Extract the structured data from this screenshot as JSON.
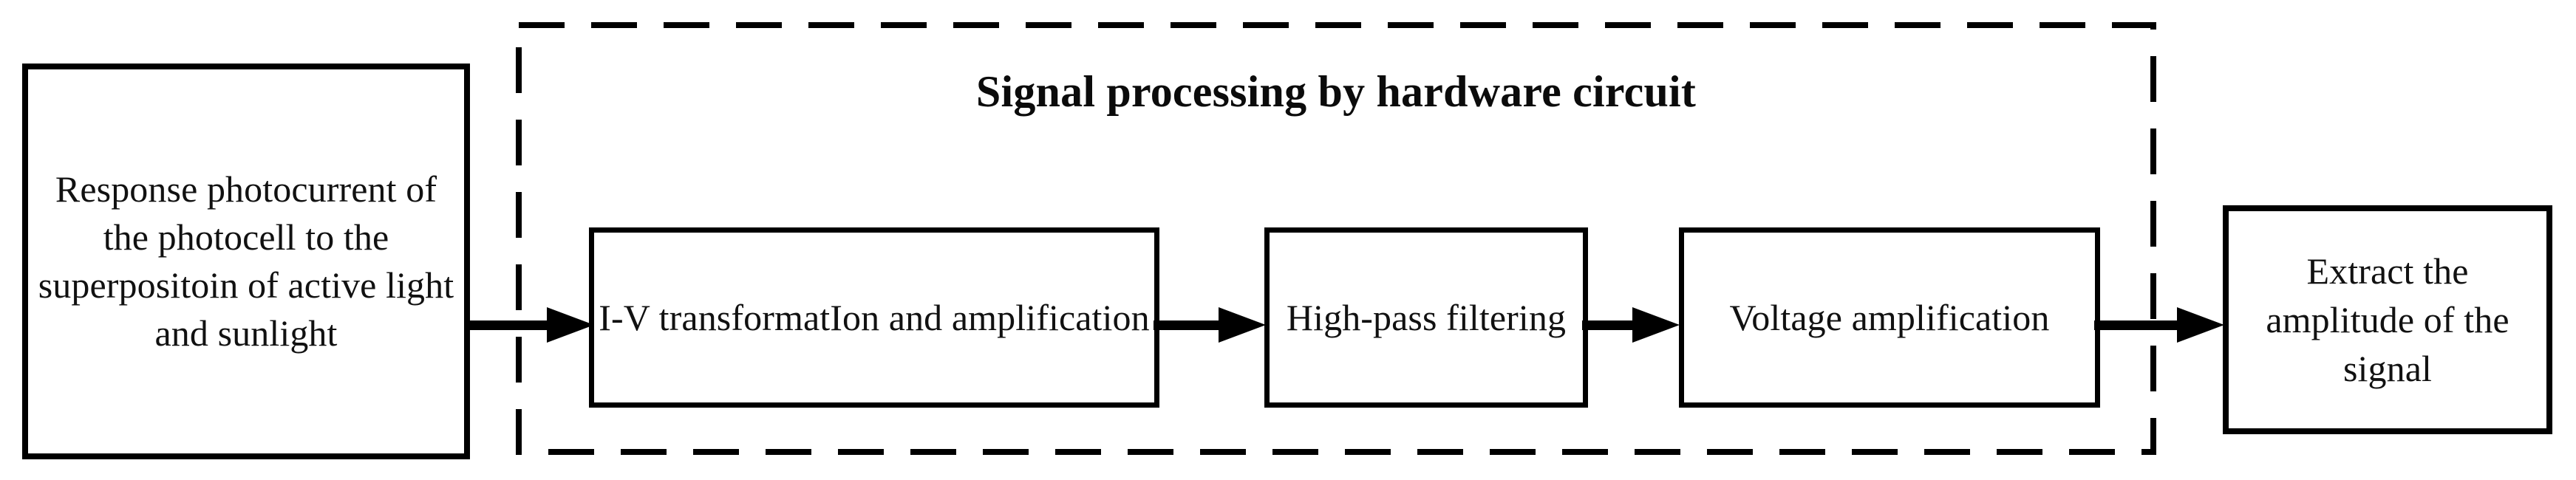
{
  "diagram": {
    "title": "Signal processing by hardware circuit",
    "nodes": {
      "source": "Response photocurrent of the photocell to the superpositoin of active light and sunlight",
      "iv": "I-V transformatIon and amplification",
      "hpf": "High-pass filtering",
      "vamp": "Voltage amplification",
      "extract": "Extract the amplitude of the signal"
    },
    "colors": {
      "stroke": "#000000",
      "text": "#111111",
      "background": "#ffffff"
    },
    "arrows": [
      {
        "name": "source-to-iv",
        "label": ""
      },
      {
        "name": "iv-to-hpf",
        "label": ""
      },
      {
        "name": "hpf-to-vamp",
        "label": ""
      },
      {
        "name": "vamp-to-extract",
        "label": ""
      }
    ]
  }
}
